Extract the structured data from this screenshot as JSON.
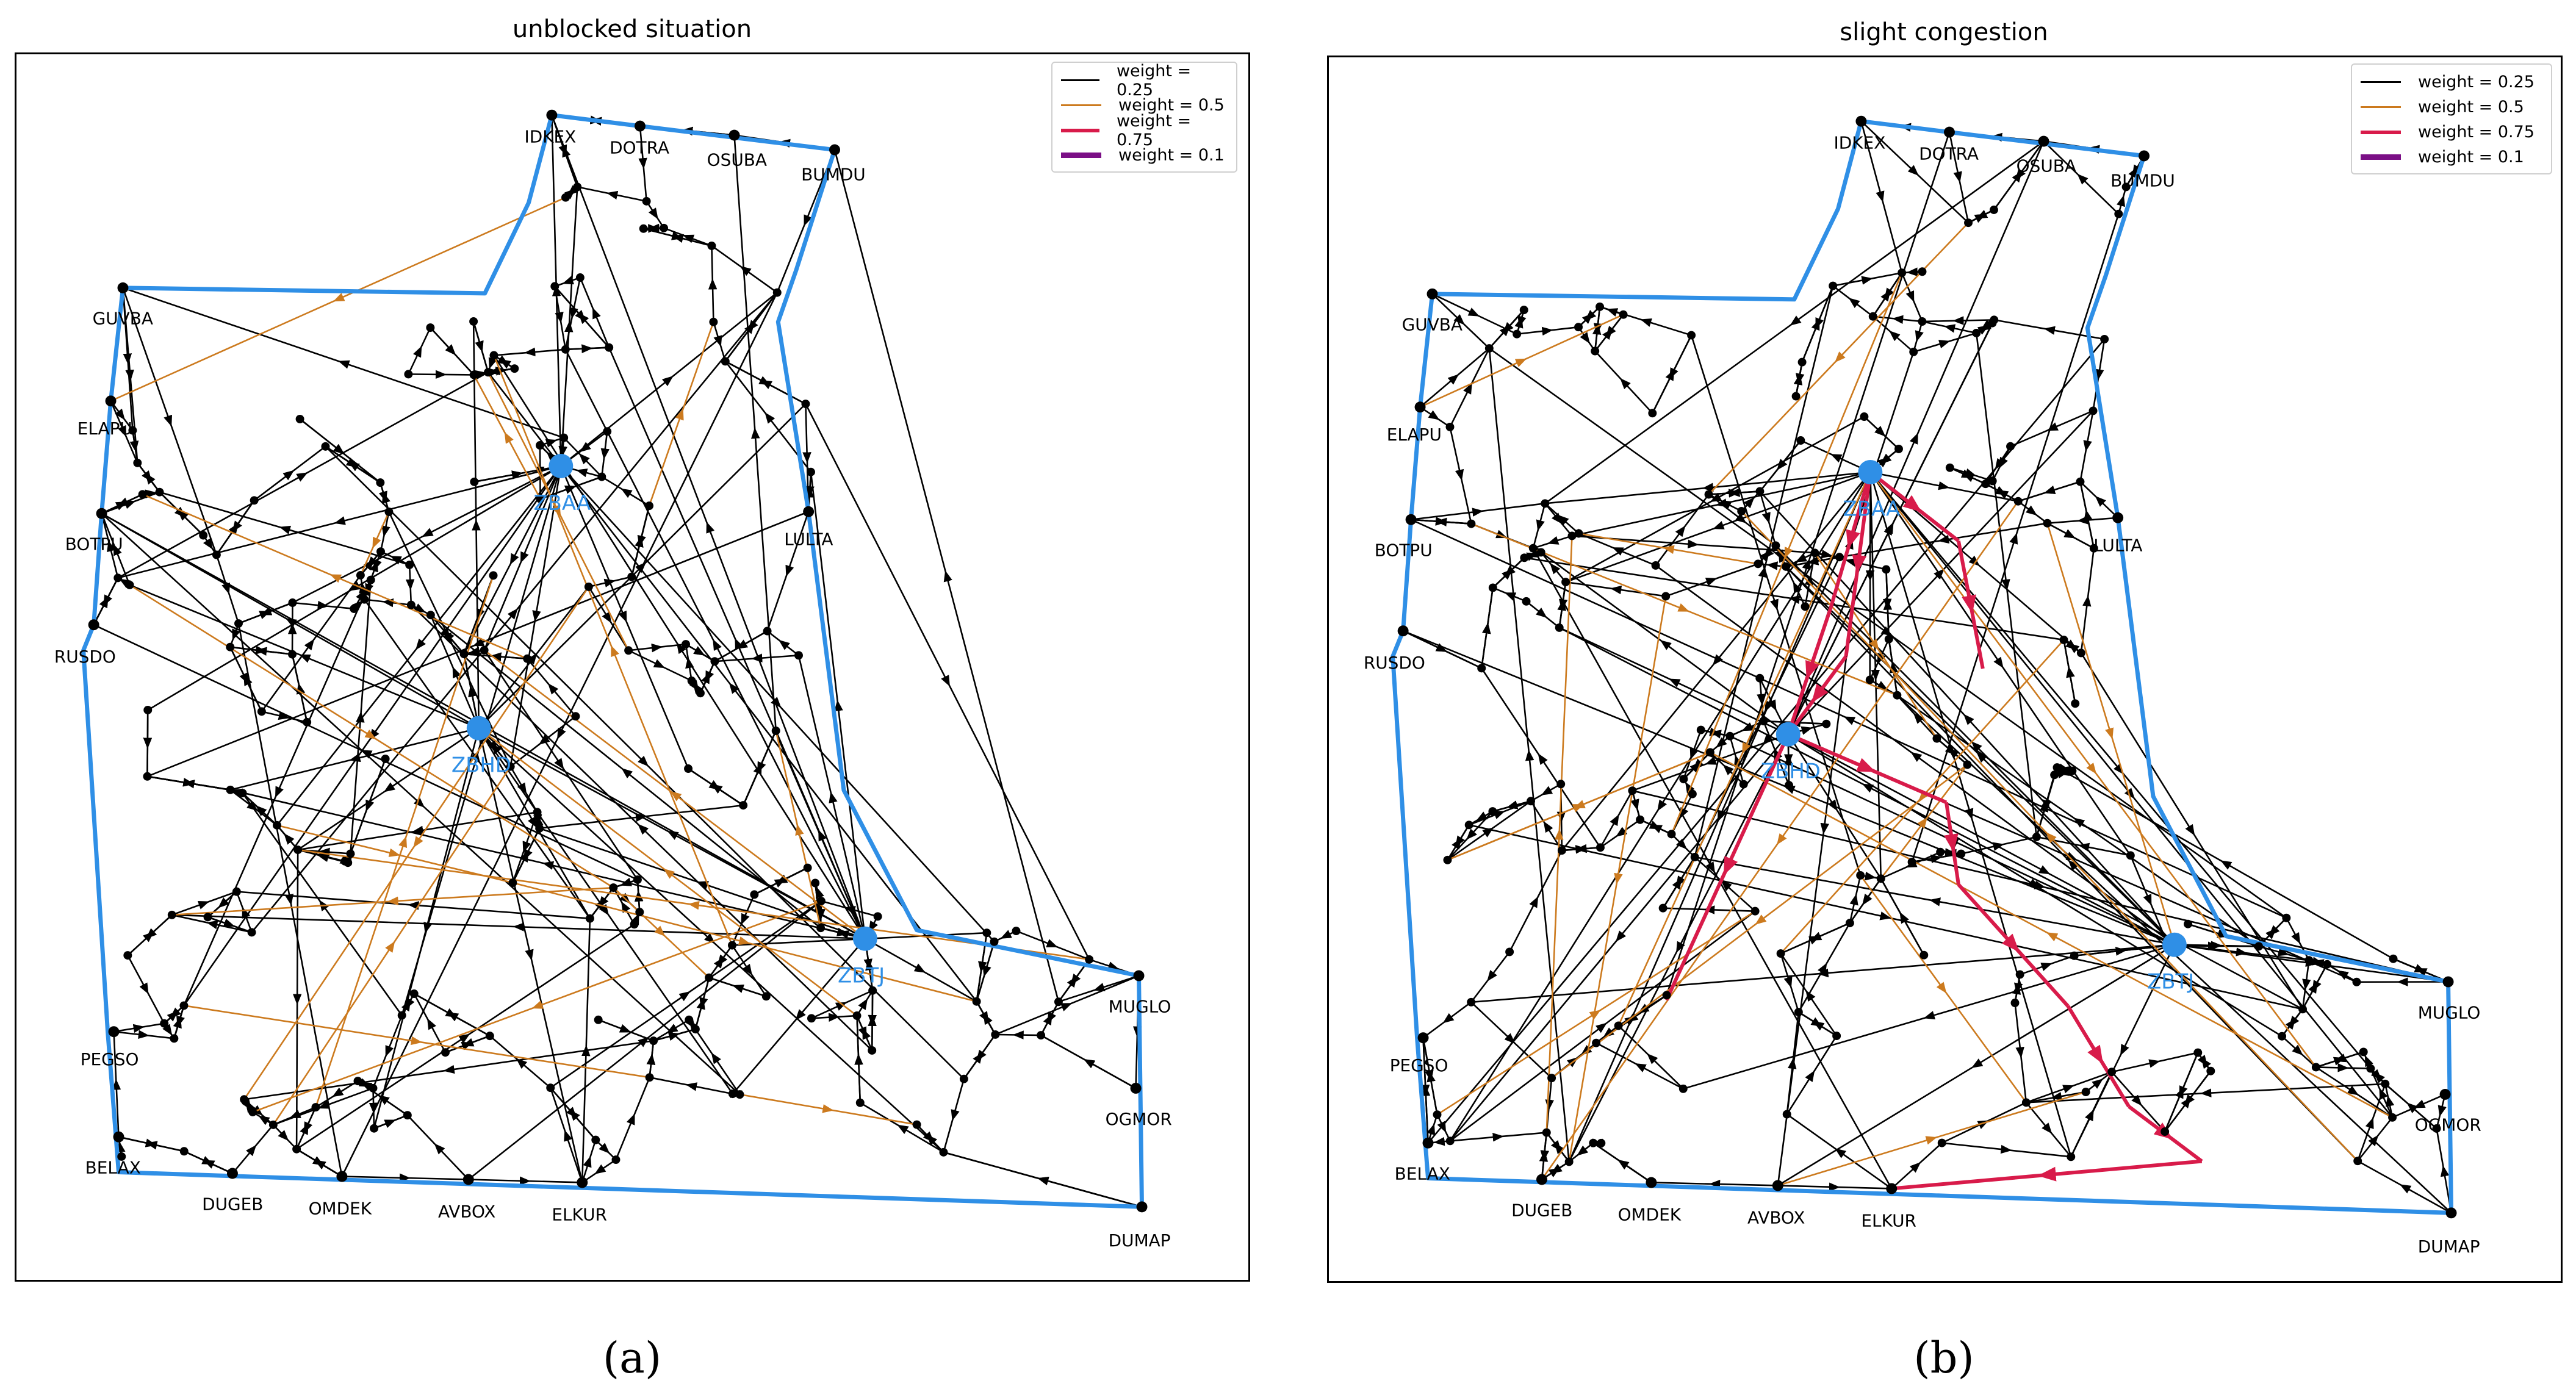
{
  "figure": {
    "panels": [
      {
        "id": "a",
        "title": "unblocked situation",
        "caption": "(a)",
        "legend": [
          {
            "label": "weight = 0.25",
            "color": "#000000",
            "width": 3
          },
          {
            "label": "weight = 0.5",
            "color": "#cc7a1e",
            "width": 3
          },
          {
            "label": "weight = 0.75",
            "color": "#d81b4a",
            "width": 6
          },
          {
            "label": "weight = 0.1",
            "color": "#7b0f86",
            "width": 9
          }
        ]
      },
      {
        "id": "b",
        "title": "slight congestion",
        "caption": "(b)",
        "legend": [
          {
            "label": "weight = 0.25",
            "color": "#000000",
            "width": 3
          },
          {
            "label": "weight = 0.5",
            "color": "#cc7a1e",
            "width": 3
          },
          {
            "label": "weight = 0.75",
            "color": "#d81b4a",
            "width": 6
          },
          {
            "label": "weight = 0.1",
            "color": "#7b0f86",
            "width": 9
          }
        ]
      }
    ]
  },
  "colors": {
    "boundary": "#2f8fe6",
    "hub": "#2f8fe6",
    "edge_025": "#000000",
    "edge_05": "#cc7a1e",
    "edge_075": "#d81b4a",
    "edge_01": "#7b0f86"
  },
  "labels": {
    "boundary_nodes": [
      "IDKEX",
      "DOTRA",
      "OSUBA",
      "BUMDU",
      "GUVBA",
      "ELAPU",
      "BOTPU",
      "RUSDO",
      "PEGSO",
      "BELAX",
      "DUGEB",
      "OMDEK",
      "AVBOX",
      "ELKUR",
      "DUMAP",
      "MUGLO",
      "OGMOR",
      "LULTA"
    ],
    "hubs": [
      "ZBAA",
      "ZBHD",
      "ZBTJ"
    ]
  }
}
